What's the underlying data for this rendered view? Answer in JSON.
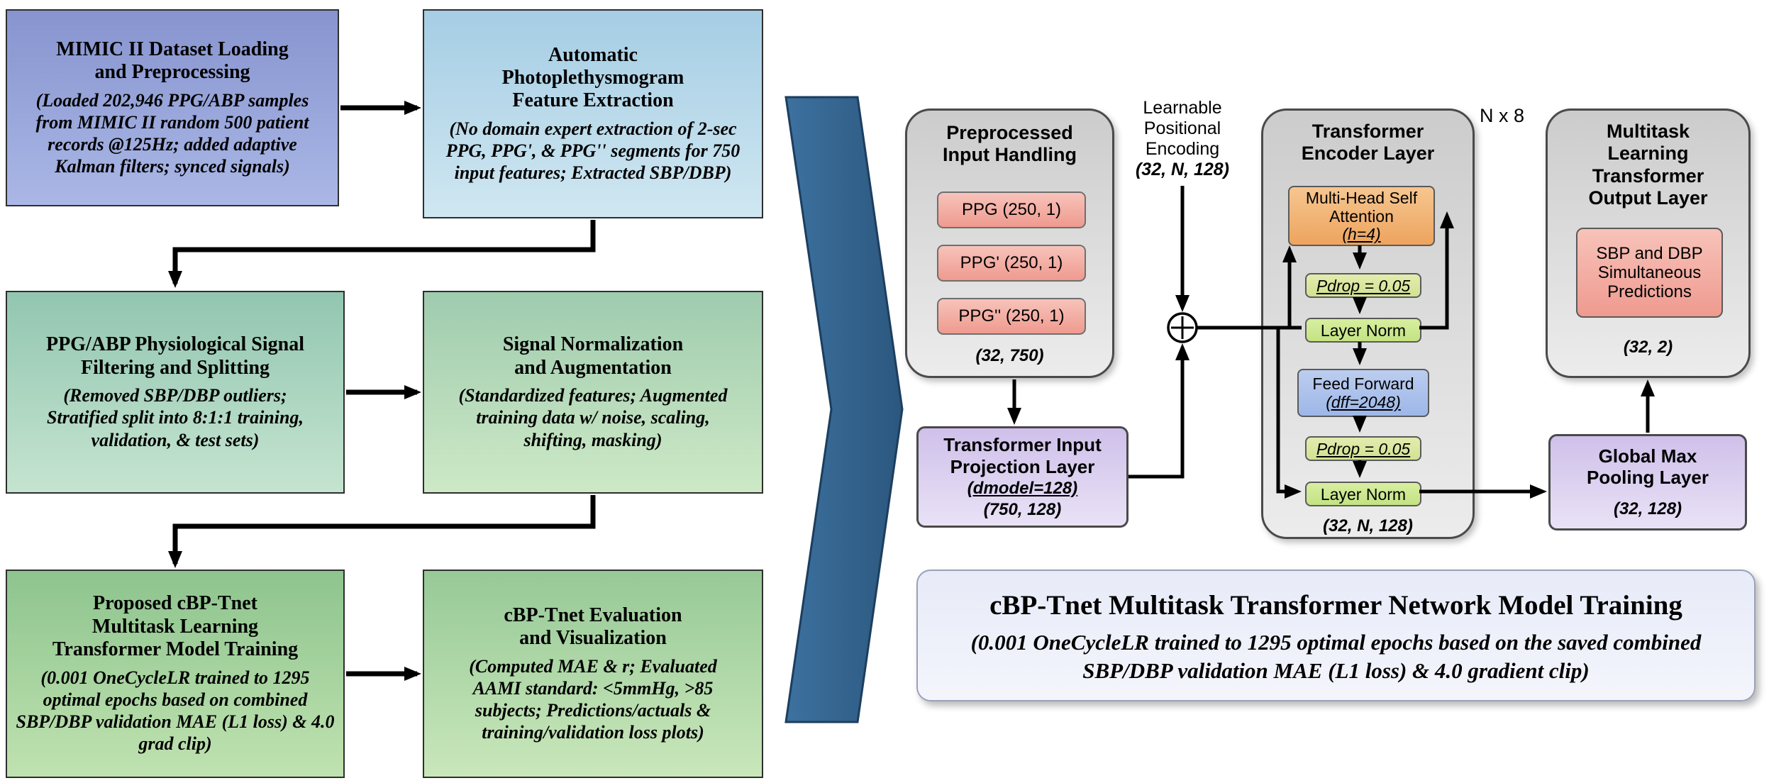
{
  "left_pipeline": {
    "steps": [
      {
        "title": "MIMIC II Dataset Loading and Preprocessing",
        "body": "(Loaded 202,946 PPG/ABP samples from MIMIC II random 500 patient records @125Hz; added adaptive Kalman filters; synced signals)"
      },
      {
        "title": "Automatic Photoplethysmogram Feature Extraction",
        "body": "(No domain expert extraction of 2-sec PPG, PPG', & PPG'' segments for 750 input features; Extracted SBP/DBP)"
      },
      {
        "title": "PPG/ABP Physiological Signal Filtering and Splitting",
        "body": "(Removed SBP/DBP outliers; Stratified split into 8:1:1 training, validation, & test sets)"
      },
      {
        "title": "Signal Normalization and Augmentation",
        "body": "(Standardized features; Augmented training data w/ noise, scaling, shifting, masking)"
      },
      {
        "title": "Proposed cBP-Tnet Multitask Learning Transformer Model Training",
        "body": "(0.001 OneCycleLR trained to 1295 optimal epochs based on combined SBP/DBP validation MAE (L1 loss) & 4.0 grad clip)"
      },
      {
        "title": "cBP-Tnet Evaluation and Visualization",
        "body": "(Computed MAE & r; Evaluated AAMI standard: <5mmHg, >85 subjects; Predictions/actuals & training/validation loss plots)"
      }
    ]
  },
  "architecture": {
    "input_block": {
      "title": "Preprocessed Input Handling",
      "channels": [
        "PPG (250, 1)",
        "PPG' (250, 1)",
        "PPG'' (250, 1)"
      ],
      "shape": "(32, 750)"
    },
    "positional_encoding": {
      "label": "Learnable Positional Encoding",
      "shape": "(32, N, 128)"
    },
    "encoder": {
      "title": "Transformer Encoder Layer",
      "repeat_label": "N x 8",
      "attention": {
        "label": "Multi-Head Self Attention",
        "param": "(h=4)"
      },
      "dropout1": "Pdrop = 0.05",
      "norm1": "Layer Norm",
      "feed_forward": {
        "label": "Feed Forward",
        "param": "(dff=2048)"
      },
      "dropout2": "Pdrop = 0.05",
      "norm2": "Layer Norm",
      "shape": "(32, N, 128)"
    },
    "output_block": {
      "title": "Multitask Learning Transformer Output Layer",
      "prediction": "SBP and DBP Simultaneous Predictions",
      "shape": "(32, 2)"
    },
    "projection": {
      "title": "Transformer Input Projection Layer",
      "param": "(dmodel=128)",
      "shape": "(750, 128)"
    },
    "pooling": {
      "title": "Global Max Pooling Layer",
      "shape": "(32, 128)"
    },
    "training_banner": {
      "title": "cBP-Tnet Multitask Transformer Network Model Training",
      "body": "(0.001 OneCycleLR trained to 1295 optimal epochs based on the saved combined SBP/DBP validation MAE (L1 loss) & 4.0 gradient clip)"
    }
  },
  "icons": {
    "positional_add": "circled-plus",
    "flow_chevron": "right-chevron-arrow"
  },
  "colors": {
    "step_mimic": "#8d9cd6",
    "step_feature": "#a9cfe4",
    "step_filtering": "#98c8b2",
    "step_normalization": "#a3cdb2",
    "step_training": "#93c693",
    "step_evaluation": "#9cca9b",
    "chevron": "#34658f",
    "container_gray": "#d6d6d6",
    "channel_pink": "#f3a89e",
    "attention_orange": "#f3b97c",
    "dropout_olive": "#dae6a3",
    "norm_green": "#cbe796",
    "feed_forward_blue": "#aac0ea",
    "projection_purple": "#d6c8ee",
    "banner_lavender": "#e9edf9",
    "arrow_black": "#000000"
  }
}
